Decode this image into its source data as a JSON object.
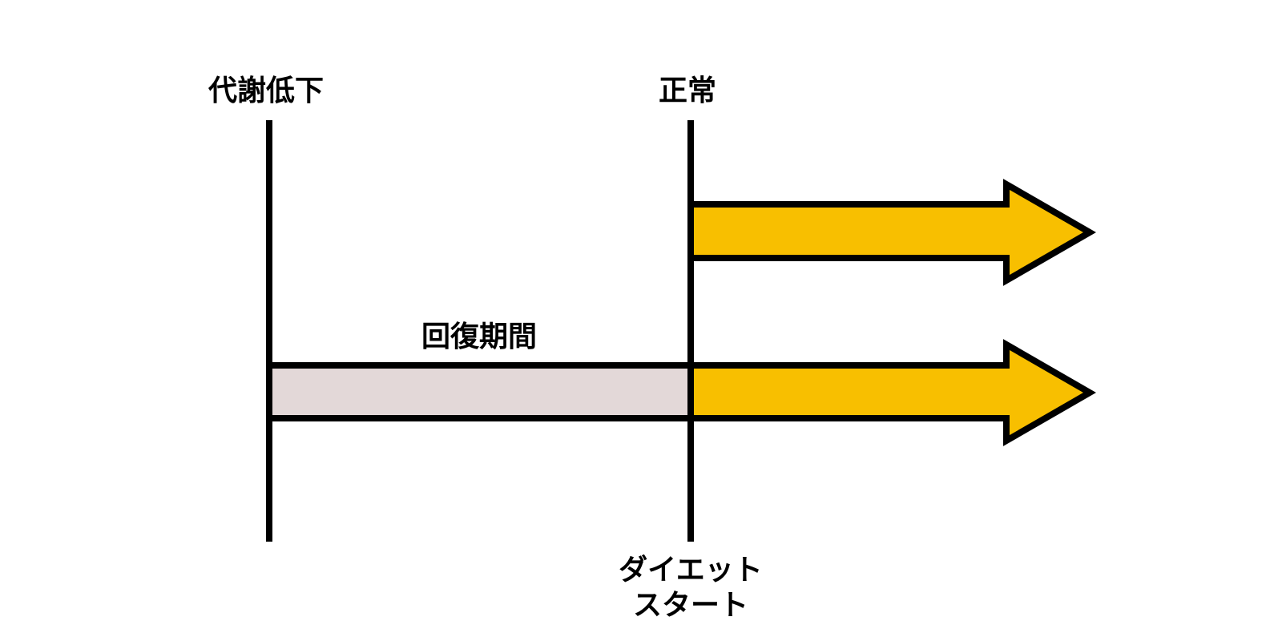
{
  "labels": {
    "metabolism_low": "代謝低下",
    "normal": "正常",
    "recovery_period": "回復期間",
    "diet_start_line1": "ダイエット",
    "diet_start_line2": "スタート"
  },
  "colors": {
    "stroke": "#000000",
    "arrow_fill": "#F8BF00",
    "recovery_fill": "#E3D8D8",
    "background": "#FFFFFF"
  }
}
